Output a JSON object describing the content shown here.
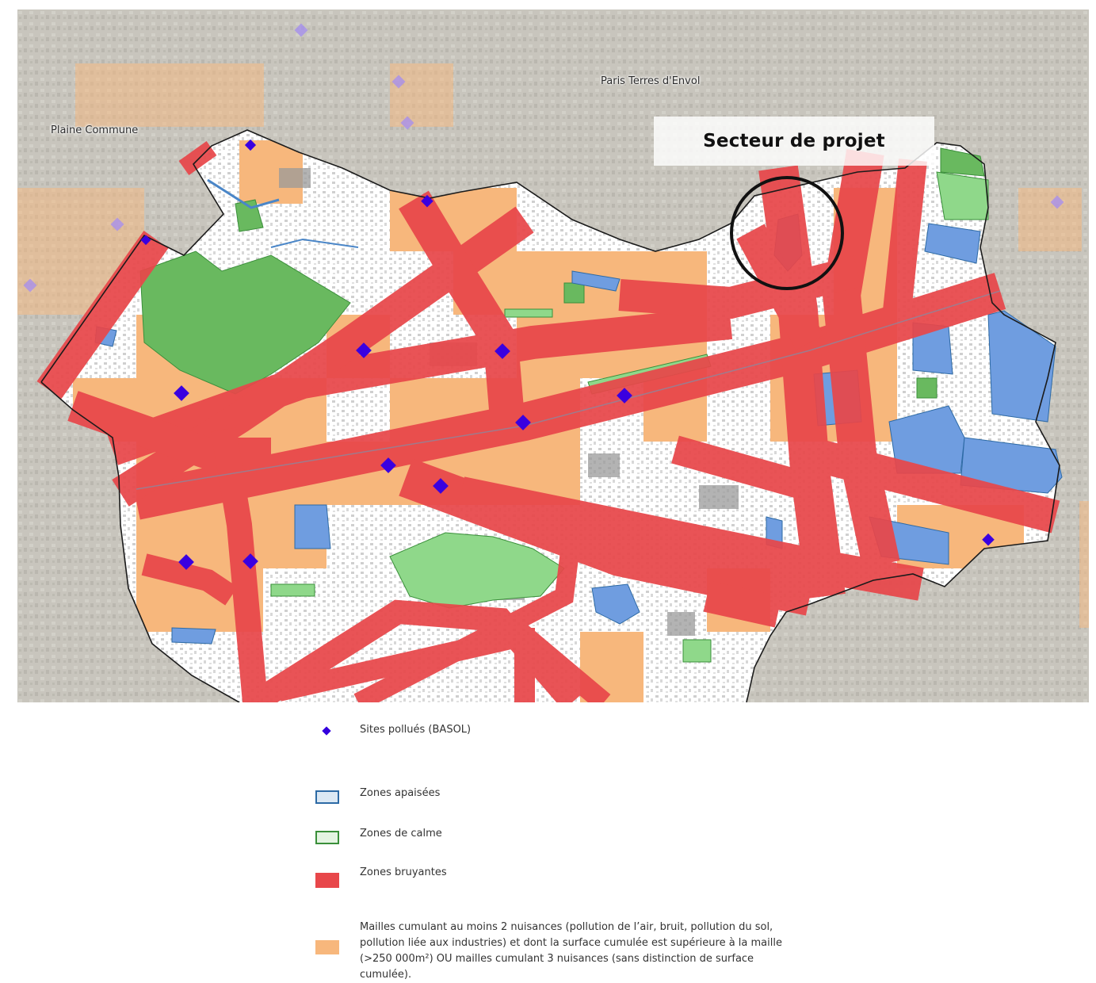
{
  "map": {
    "labels": {
      "plaine_commune": "Plaine Commune",
      "paris_terres": "Paris Terres d'Envol"
    },
    "project_sector": {
      "title": "Secteur de projet"
    },
    "colors": {
      "pollution_site": "#3a00e0",
      "calm_zone_fill": "#8fd88a",
      "calm_zone_outline": "#3a8f3a",
      "quiet_zone_fill": "#6f9de0",
      "quiet_zone_outline": "#2d6aa5",
      "noisy_zone": "#e8474a",
      "nuisance_grid": "#f7b77c",
      "basemap": "#b9b6ad"
    }
  },
  "legend": {
    "items": [
      {
        "key": "basol",
        "icon": "diamond-icon",
        "label": "Sites pollués (BASOL)"
      },
      {
        "key": "apaisees",
        "icon": "blue-box-icon",
        "label": "Zones apaisées"
      },
      {
        "key": "calme",
        "icon": "green-box-icon",
        "label": "Zones de calme"
      },
      {
        "key": "bruyantes",
        "icon": "red-box-icon",
        "label": "Zones bruyantes"
      },
      {
        "key": "mailles",
        "icon": "orange-box-icon",
        "label": "Mailles cumulant au moins 2 nuisances (pollution de l’air, bruit, pollution du sol, pollution liée aux industries) et dont la surface cumulée est supérieure à la maille (>250 000m²) OU mailles cumulant 3 nuisances (sans distinction de surface cumulée)."
      }
    ]
  }
}
